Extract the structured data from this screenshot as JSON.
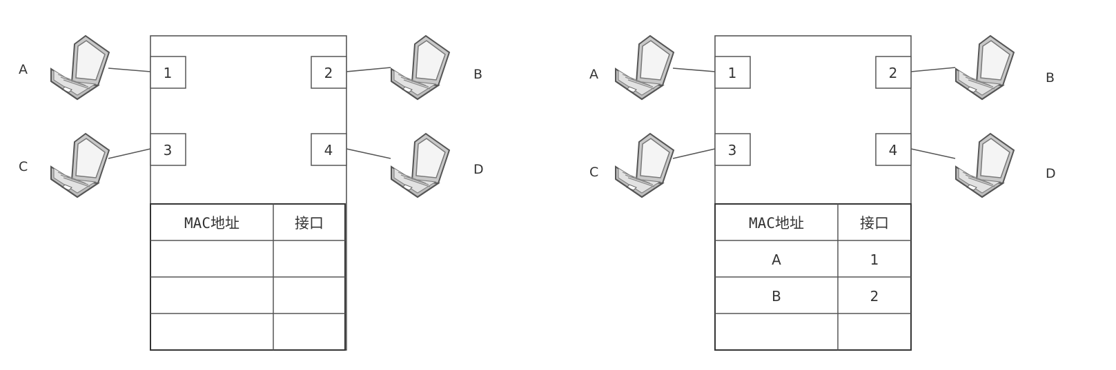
{
  "diagrams": [
    {
      "hosts": {
        "a": "A",
        "b": "B",
        "c": "C",
        "d": "D"
      },
      "ports": [
        "1",
        "2",
        "3",
        "4"
      ],
      "table": {
        "header_mac": "MAC地址",
        "header_port": "接口",
        "rows": [
          [
            "",
            ""
          ],
          [
            "",
            ""
          ],
          [
            "",
            ""
          ]
        ]
      }
    },
    {
      "hosts": {
        "a": "A",
        "b": "B",
        "c": "C",
        "d": "D"
      },
      "ports": [
        "1",
        "2",
        "3",
        "4"
      ],
      "table": {
        "header_mac": "MAC地址",
        "header_port": "接口",
        "rows": [
          [
            "A",
            "1"
          ],
          [
            "B",
            "2"
          ],
          [
            "",
            ""
          ]
        ]
      }
    }
  ]
}
